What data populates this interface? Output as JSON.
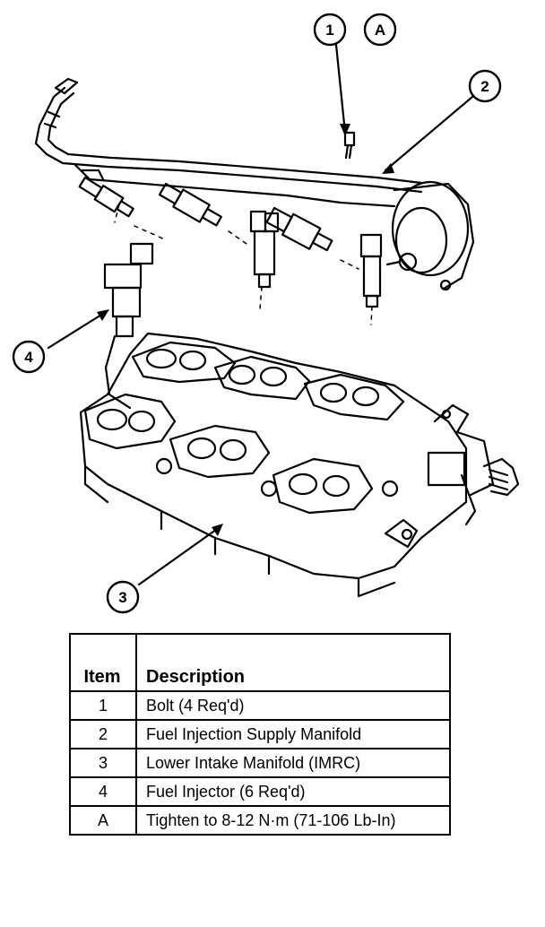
{
  "callouts": [
    {
      "id": "1"
    },
    {
      "id": "A"
    },
    {
      "id": "2"
    },
    {
      "id": "4"
    },
    {
      "id": "3"
    }
  ],
  "table": {
    "headers": {
      "item": "Item",
      "description": "Description"
    },
    "rows": [
      {
        "item": "1",
        "description": "Bolt (4 Req'd)"
      },
      {
        "item": "2",
        "description": "Fuel Injection Supply Manifold"
      },
      {
        "item": "3",
        "description": "Lower Intake Manifold (IMRC)"
      },
      {
        "item": "4",
        "description": "Fuel Injector (6 Req'd)"
      },
      {
        "item": "A",
        "description": "Tighten to 8-12 N·m (71-106 Lb-In)"
      }
    ]
  }
}
